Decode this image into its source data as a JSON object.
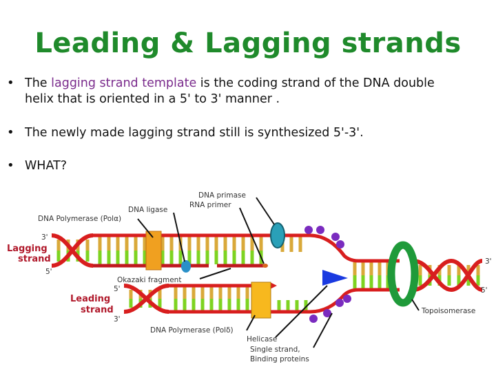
{
  "title": "Leading & Lagging strands",
  "bullets": [
    {
      "pre": "The ",
      "highlight": "lagging strand template",
      "post": " is the coding strand of the DNA double",
      "line2": "helix that is oriented in a 5' to 3' manner ."
    },
    {
      "text": "The newly made lagging strand still is synthesized 5'-3'."
    },
    {
      "text": "WHAT?"
    }
  ],
  "bullet_symbol": "•",
  "diagram": {
    "labels": {
      "dna_primase": "DNA primase",
      "rna_primer": "RNA primer",
      "dna_ligase": "DNA ligase",
      "pol_alpha": "DNA Polymerase (Polα)",
      "okazaki": "Okazaki fragment",
      "pol_delta": "DNA Polymerase (Polδ)",
      "helicase": "Helicase",
      "ssb_line1": "Single strand,",
      "ssb_line2": "Binding proteins",
      "topoisomerase": "Topoisomerase",
      "lagging_line1": "Lagging",
      "lagging_line2": "strand",
      "leading_line1": "Leading",
      "leading_line2": "strand",
      "lag_3": "3'",
      "lag_5": "5'",
      "lead_5": "5'",
      "lead_3": "3'",
      "right_3": "3'",
      "right_5": "5'"
    },
    "colors": {
      "backbone": "#d81e1e",
      "rung_tan": "#d9a93a",
      "rung_green": "#7ed321",
      "polymerase": "#f0a020",
      "primase": "#2aa0b8",
      "ssb": "#7a2bbf",
      "helicase": "#1a3ae0",
      "topo": "#1f9a3a"
    }
  }
}
